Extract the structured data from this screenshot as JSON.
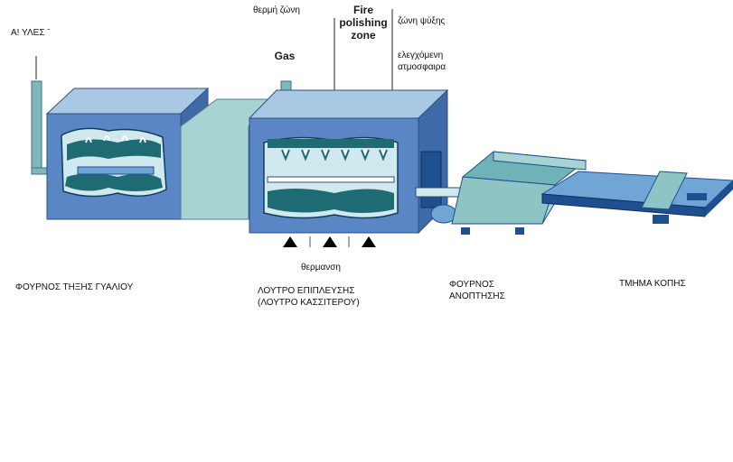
{
  "labels": {
    "raw_materials": "Α! ΥΛΕΣ ˉ",
    "hot_zone": "θερμή ζώνη",
    "fire_polishing_line1": "Fire",
    "fire_polishing_line2": "polishing",
    "fire_polishing_line3": "zone",
    "cooling_zone": "ζώνη ψύξης",
    "gas": "Gas",
    "controlled_atmosphere_line1": "ελεγχόμενη",
    "controlled_atmosphere_line2": "ατμοσφαιρα",
    "heating": "θερμανση",
    "melting_furnace": "ΦΟΥΡΝΟΣ ΤΗΞΗΣ ΓΥΑΛΙΟΥ",
    "float_bath_line1": "ΛΟΥΤΡΟ ΕΠΙΠΛΕΥΣΗΣ",
    "float_bath_line2": "(ΛΟΥΤΡΟ ΚΑΣΣΙΤΕΡΟΥ)",
    "annealing_line1": "ΦΟΥΡΝΟΣ",
    "annealing_line2": "ΑΝΟΠΤΗΣΗΣ",
    "cutting": "ΤΜΗΜΑ ΚΟΠΗΣ"
  },
  "colors": {
    "box_front": "#5b86c6",
    "box_top": "#a9c8e4",
    "box_side": "#3f6aa8",
    "connector": "#a8d3d3",
    "glass_dark": "#1f6b73",
    "glass_light": "#cfe9ee",
    "conveyor_dark": "#1e4f8f",
    "conveyor_light": "#6fb3b8"
  }
}
